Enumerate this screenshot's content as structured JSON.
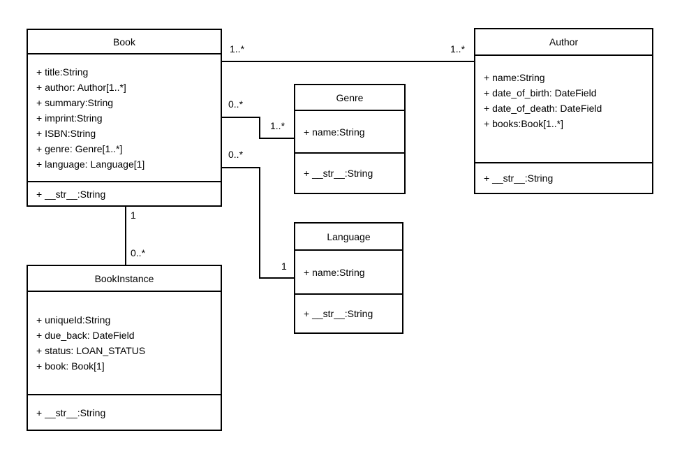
{
  "diagram": {
    "type": "uml-class-diagram",
    "colors": {
      "stroke": "#000000",
      "fill": "#ffffff",
      "background": "#ffffff",
      "text": "#000000"
    }
  },
  "classes": {
    "book": {
      "name": "Book",
      "attributes": [
        "+ title:String",
        "+ author: Author[1..*]",
        "+ summary:String",
        "+ imprint:String",
        "+ ISBN:String",
        "+ genre: Genre[1..*]",
        "+ language: Language[1]"
      ],
      "methods": [
        "+ __str__:String"
      ]
    },
    "author": {
      "name": "Author",
      "attributes": [
        "+ name:String",
        "+ date_of_birth: DateField",
        "+ date_of_death: DateField",
        "+ books:Book[1..*]"
      ],
      "methods": [
        "+ __str__:String"
      ]
    },
    "genre": {
      "name": "Genre",
      "attributes": [
        "+ name:String"
      ],
      "methods": [
        "+ __str__:String"
      ]
    },
    "language": {
      "name": "Language",
      "attributes": [
        "+ name:String"
      ],
      "methods": [
        "+ __str__:String"
      ]
    },
    "book_instance": {
      "name": "BookInstance",
      "attributes": [
        "+ uniqueId:String",
        "+ due_back: DateField",
        "+ status: LOAN_STATUS",
        "+ book: Book[1]"
      ],
      "methods": [
        "+ __str__:String"
      ]
    }
  },
  "relationships": [
    {
      "from": "Book",
      "to": "Author",
      "from_multiplicity": "1..*",
      "to_multiplicity": "1..*"
    },
    {
      "from": "Book",
      "to": "Genre",
      "from_multiplicity": "0..*",
      "to_multiplicity": "1..*"
    },
    {
      "from": "Book",
      "to": "Language",
      "from_multiplicity": "0..*",
      "to_multiplicity": "1"
    },
    {
      "from": "Book",
      "to": "BookInstance",
      "from_multiplicity": "1",
      "to_multiplicity": "0..*"
    }
  ]
}
